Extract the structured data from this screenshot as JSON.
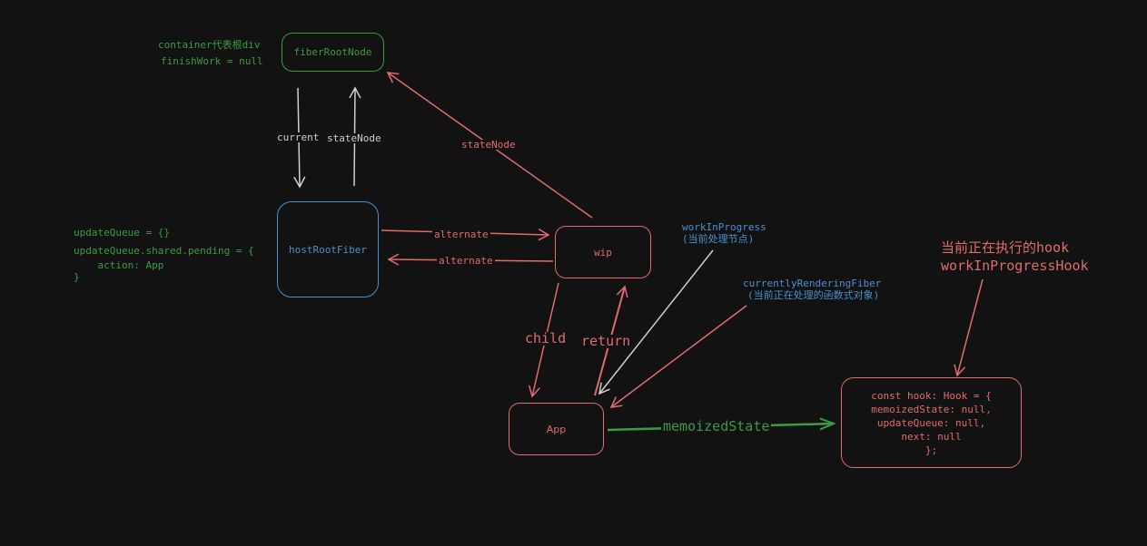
{
  "colors": {
    "background": "#121212",
    "green": "#3d9a44",
    "blue": "#4a90d0",
    "red": "#e06c6c",
    "grey": "#cfcfcf"
  },
  "nodes": {
    "fiberRootNode": "fiberRootNode",
    "hostRootFiber": "hostRootFiber",
    "wip": "wip",
    "app": "App",
    "hook": {
      "lines": [
        "const hook: Hook = {",
        "memoizedState: null,",
        "updateQueue: null,",
        "next: null",
        "};"
      ]
    }
  },
  "annotations": {
    "fiberRootNode_notes": [
      "container代表根div",
      "finishWork = null"
    ],
    "hostRootFiber_notes": [
      "updateQueue = {}",
      "updateQueue.shared.pending = {",
      "    action: App",
      "}"
    ],
    "workInProgress": [
      "workInProgress",
      "(当前处理节点)"
    ],
    "currentlyRenderingFiber": [
      "currentlyRenderingFiber",
      "(当前正在处理的函数式对象)"
    ],
    "workInProgressHook": [
      "当前正在执行的hook",
      "workInProgressHook"
    ]
  },
  "edges": {
    "current": "current",
    "stateNode_host": "stateNode",
    "stateNode_wip": "stateNode",
    "alternate_to_wip": "alternate",
    "alternate_to_host": "alternate",
    "child": "child",
    "return": "return",
    "memoizedState": "memoizedState"
  }
}
